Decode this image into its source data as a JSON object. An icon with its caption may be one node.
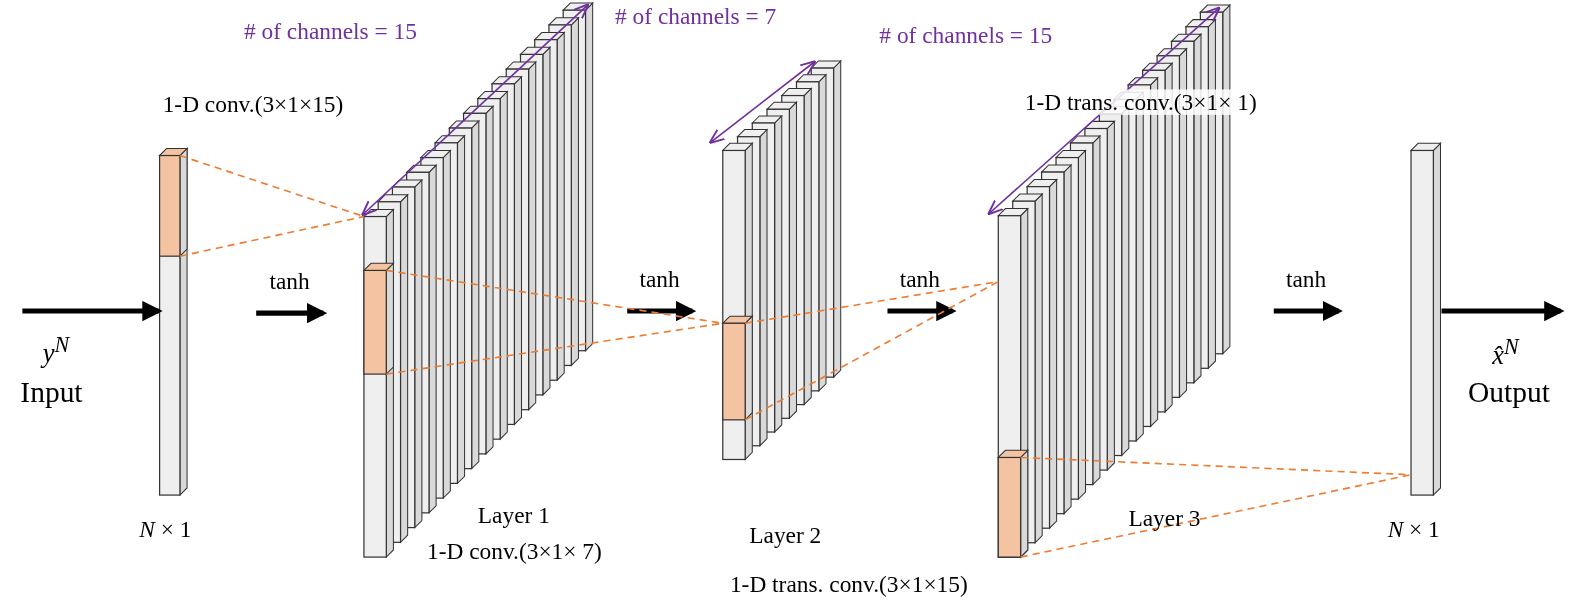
{
  "diagram": {
    "nodes": [
      {
        "text": [],
        "shape": "bar",
        "beside": [
          "*N* × 1"
        ]
      },
      {
        "text": [],
        "shape": "box",
        "in": 0
      },
      {
        "text": [],
        "shape": "bar",
        "beside": [
          "Layer 1"
        ]
      },
      {
        "text": [],
        "shape": "box",
        "in": 2
      },
      {
        "text": [],
        "shape": "bar",
        "beside": [
          "Layer 2"
        ]
      },
      {
        "text": [],
        "shape": "box",
        "in": 4
      },
      {
        "text": [],
        "shape": "bar",
        "beside": [
          "Layer 3"
        ]
      },
      {
        "text": [],
        "shape": "box",
        "in": 6
      },
      {
        "text": [],
        "shape": "bar",
        "beside": [
          "*N* × 1"
        ]
      }
    ],
    "edges": [
      {
        "from": null,
        "to": 0,
        "arrow": "to"
      },
      {
        "from": 0,
        "to": 2,
        "arrow": "to",
        "label": "tanh"
      },
      {
        "from": 2,
        "to": 4,
        "arrow": "to",
        "label": "tanh"
      },
      {
        "from": 4,
        "to": 6,
        "arrow": "to",
        "label": "tanh"
      },
      {
        "from": 6,
        "to": 8,
        "arrow": "to",
        "label": "tanh"
      },
      {
        "from": 8,
        "to": null,
        "arrow": "to"
      },
      {
        "from": 1,
        "to": 2,
        "arrow": "none",
        "style": "dashed",
        "color": "#ed7d31"
      },
      {
        "from": 3,
        "to": 4,
        "arrow": "none",
        "style": "dashed",
        "color": "#ed7d31"
      },
      {
        "from": 5,
        "to": 6,
        "arrow": "none",
        "style": "dashed",
        "color": "#ed7d31"
      },
      {
        "from": 7,
        "to": 8,
        "arrow": "none",
        "style": "dashed",
        "color": "#ed7d31"
      }
    ],
    "labels": [
      "# of channels = 15",
      "# of channels = 7",
      "# of channels = 15",
      "1-D conv.(3×1×15)",
      "1-D trans. conv.(3×1× 1)",
      "y$^{N}$",
      "Input",
      "x̂$^{N}$",
      "Output",
      "1-D conv.(3×1× 7)",
      "1-D trans. conv.(3×1×15)"
    ]
  }
}
